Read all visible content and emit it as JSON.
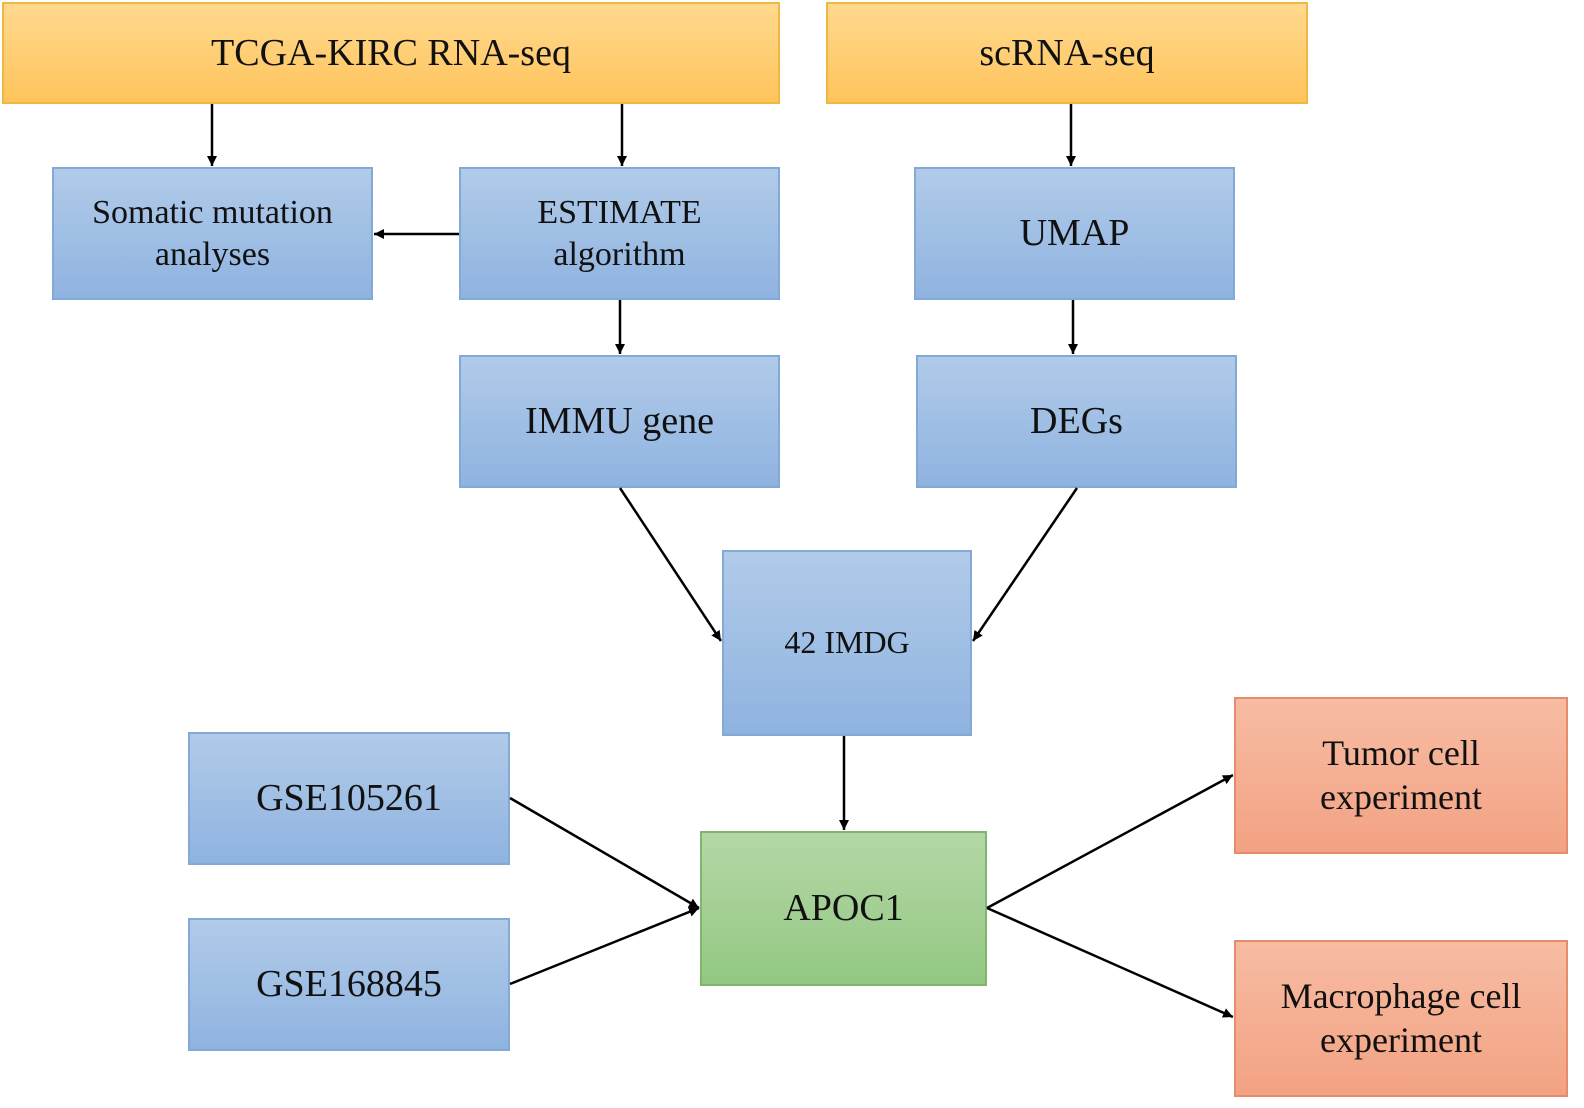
{
  "nodes": {
    "tcga": {
      "lines": [
        "TCGA-KIRC RNA-seq"
      ]
    },
    "scrna": {
      "lines": [
        "scRNA-seq"
      ]
    },
    "somatic": {
      "lines": [
        "Somatic mutation",
        "analyses"
      ]
    },
    "estimate": {
      "lines": [
        "ESTIMATE",
        "algorithm"
      ]
    },
    "umap": {
      "lines": [
        "UMAP"
      ]
    },
    "immu": {
      "lines": [
        "IMMU gene"
      ]
    },
    "degs": {
      "lines": [
        "DEGs"
      ]
    },
    "imdg": {
      "lines": [
        "42 IMDG"
      ]
    },
    "gse105261": {
      "lines": [
        "GSE105261"
      ]
    },
    "gse168845": {
      "lines": [
        "GSE168845"
      ]
    },
    "apoc1": {
      "lines": [
        "APOC1"
      ]
    },
    "tumor": {
      "lines": [
        "Tumor cell",
        "experiment"
      ]
    },
    "macrophage": {
      "lines": [
        "Macrophage cell",
        "experiment"
      ]
    }
  },
  "edges": [
    {
      "from": "tcga",
      "to": "somatic"
    },
    {
      "from": "tcga",
      "to": "estimate"
    },
    {
      "from": "estimate",
      "to": "somatic"
    },
    {
      "from": "scrna",
      "to": "umap"
    },
    {
      "from": "estimate",
      "to": "immu"
    },
    {
      "from": "umap",
      "to": "degs"
    },
    {
      "from": "immu",
      "to": "imdg"
    },
    {
      "from": "degs",
      "to": "imdg"
    },
    {
      "from": "imdg",
      "to": "apoc1"
    },
    {
      "from": "gse105261",
      "to": "apoc1"
    },
    {
      "from": "gse168845",
      "to": "apoc1"
    },
    {
      "from": "apoc1",
      "to": "tumor"
    },
    {
      "from": "apoc1",
      "to": "macrophage"
    }
  ],
  "colors": {
    "orange": "#ffc45c",
    "blue": "#8fb3e0",
    "green": "#93c882",
    "salmon": "#f3a283",
    "arrow": "#000000"
  }
}
